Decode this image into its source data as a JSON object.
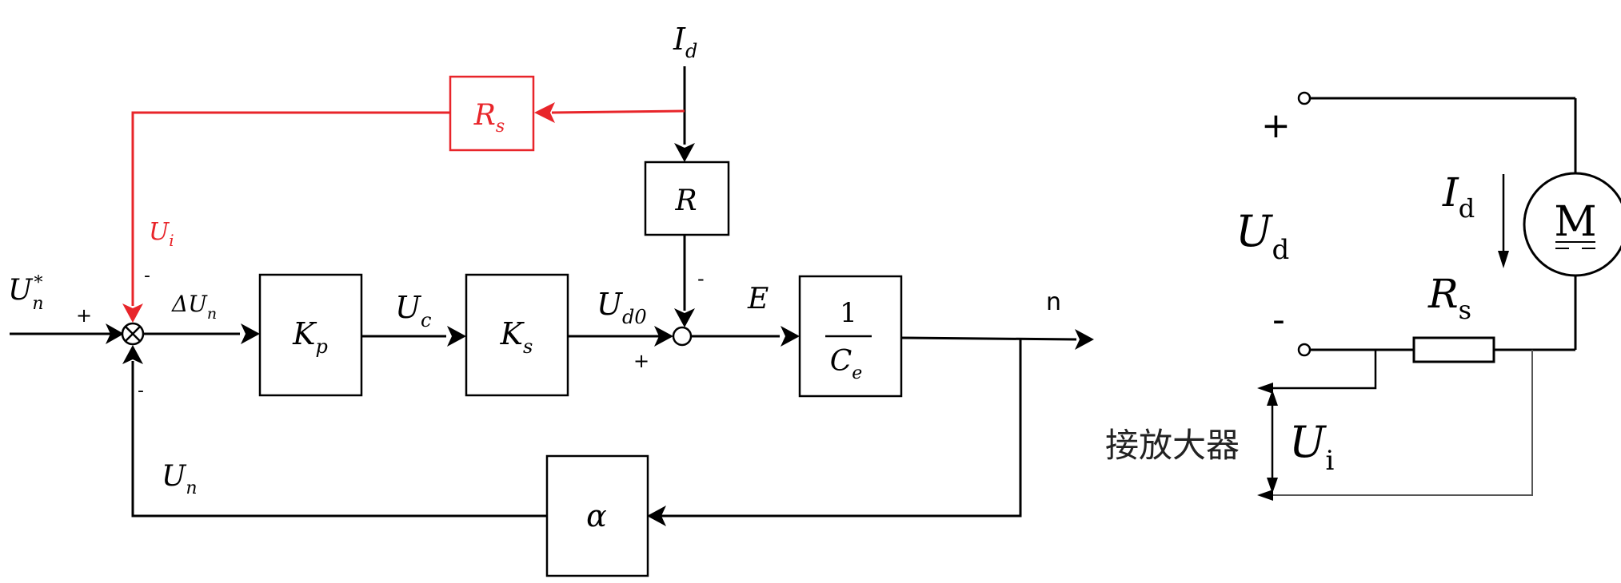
{
  "colors": {
    "line": "#000000",
    "highlight": "#e8252a",
    "right_wire": "#555555"
  },
  "block_diagram": {
    "inputs": {
      "reference": {
        "base": "U",
        "sub": "n",
        "sup": "*"
      },
      "disturbance": {
        "base": "I",
        "sub": "d"
      }
    },
    "blocks": {
      "kp": {
        "base": "K",
        "sub": "p"
      },
      "ks": {
        "base": "K",
        "sub": "s"
      },
      "r": {
        "base": "R"
      },
      "rs": {
        "base": "R",
        "sub": "s"
      },
      "plant": {
        "numerator": "1",
        "den_base": "C",
        "den_sub": "e"
      },
      "alpha": {
        "symbol": "α"
      }
    },
    "signals": {
      "error": {
        "base": "ΔU",
        "sub": "n"
      },
      "uc": {
        "base": "U",
        "sub": "c"
      },
      "ud0": {
        "base": "U",
        "sub": "d0"
      },
      "e": {
        "base": "E"
      },
      "n": "n",
      "un": {
        "base": "U",
        "sub": "n"
      },
      "ui": {
        "base": "U",
        "sub": "i"
      }
    },
    "signs": {
      "sum1_ref": "+",
      "sum1_current": "-",
      "sum1_speed": "-",
      "sum2_load": "-",
      "sum2_ud0": "+"
    }
  },
  "circuit": {
    "terminal_plus": "+",
    "terminal_minus": "-",
    "voltage": {
      "base": "U",
      "sub": "d"
    },
    "current": {
      "base": "I",
      "sub": "d"
    },
    "motor": "M",
    "resistor": {
      "base": "R",
      "sub": "s"
    },
    "feedback_voltage": {
      "base": "U",
      "sub": "i"
    },
    "amplifier_note": "接放大器"
  }
}
